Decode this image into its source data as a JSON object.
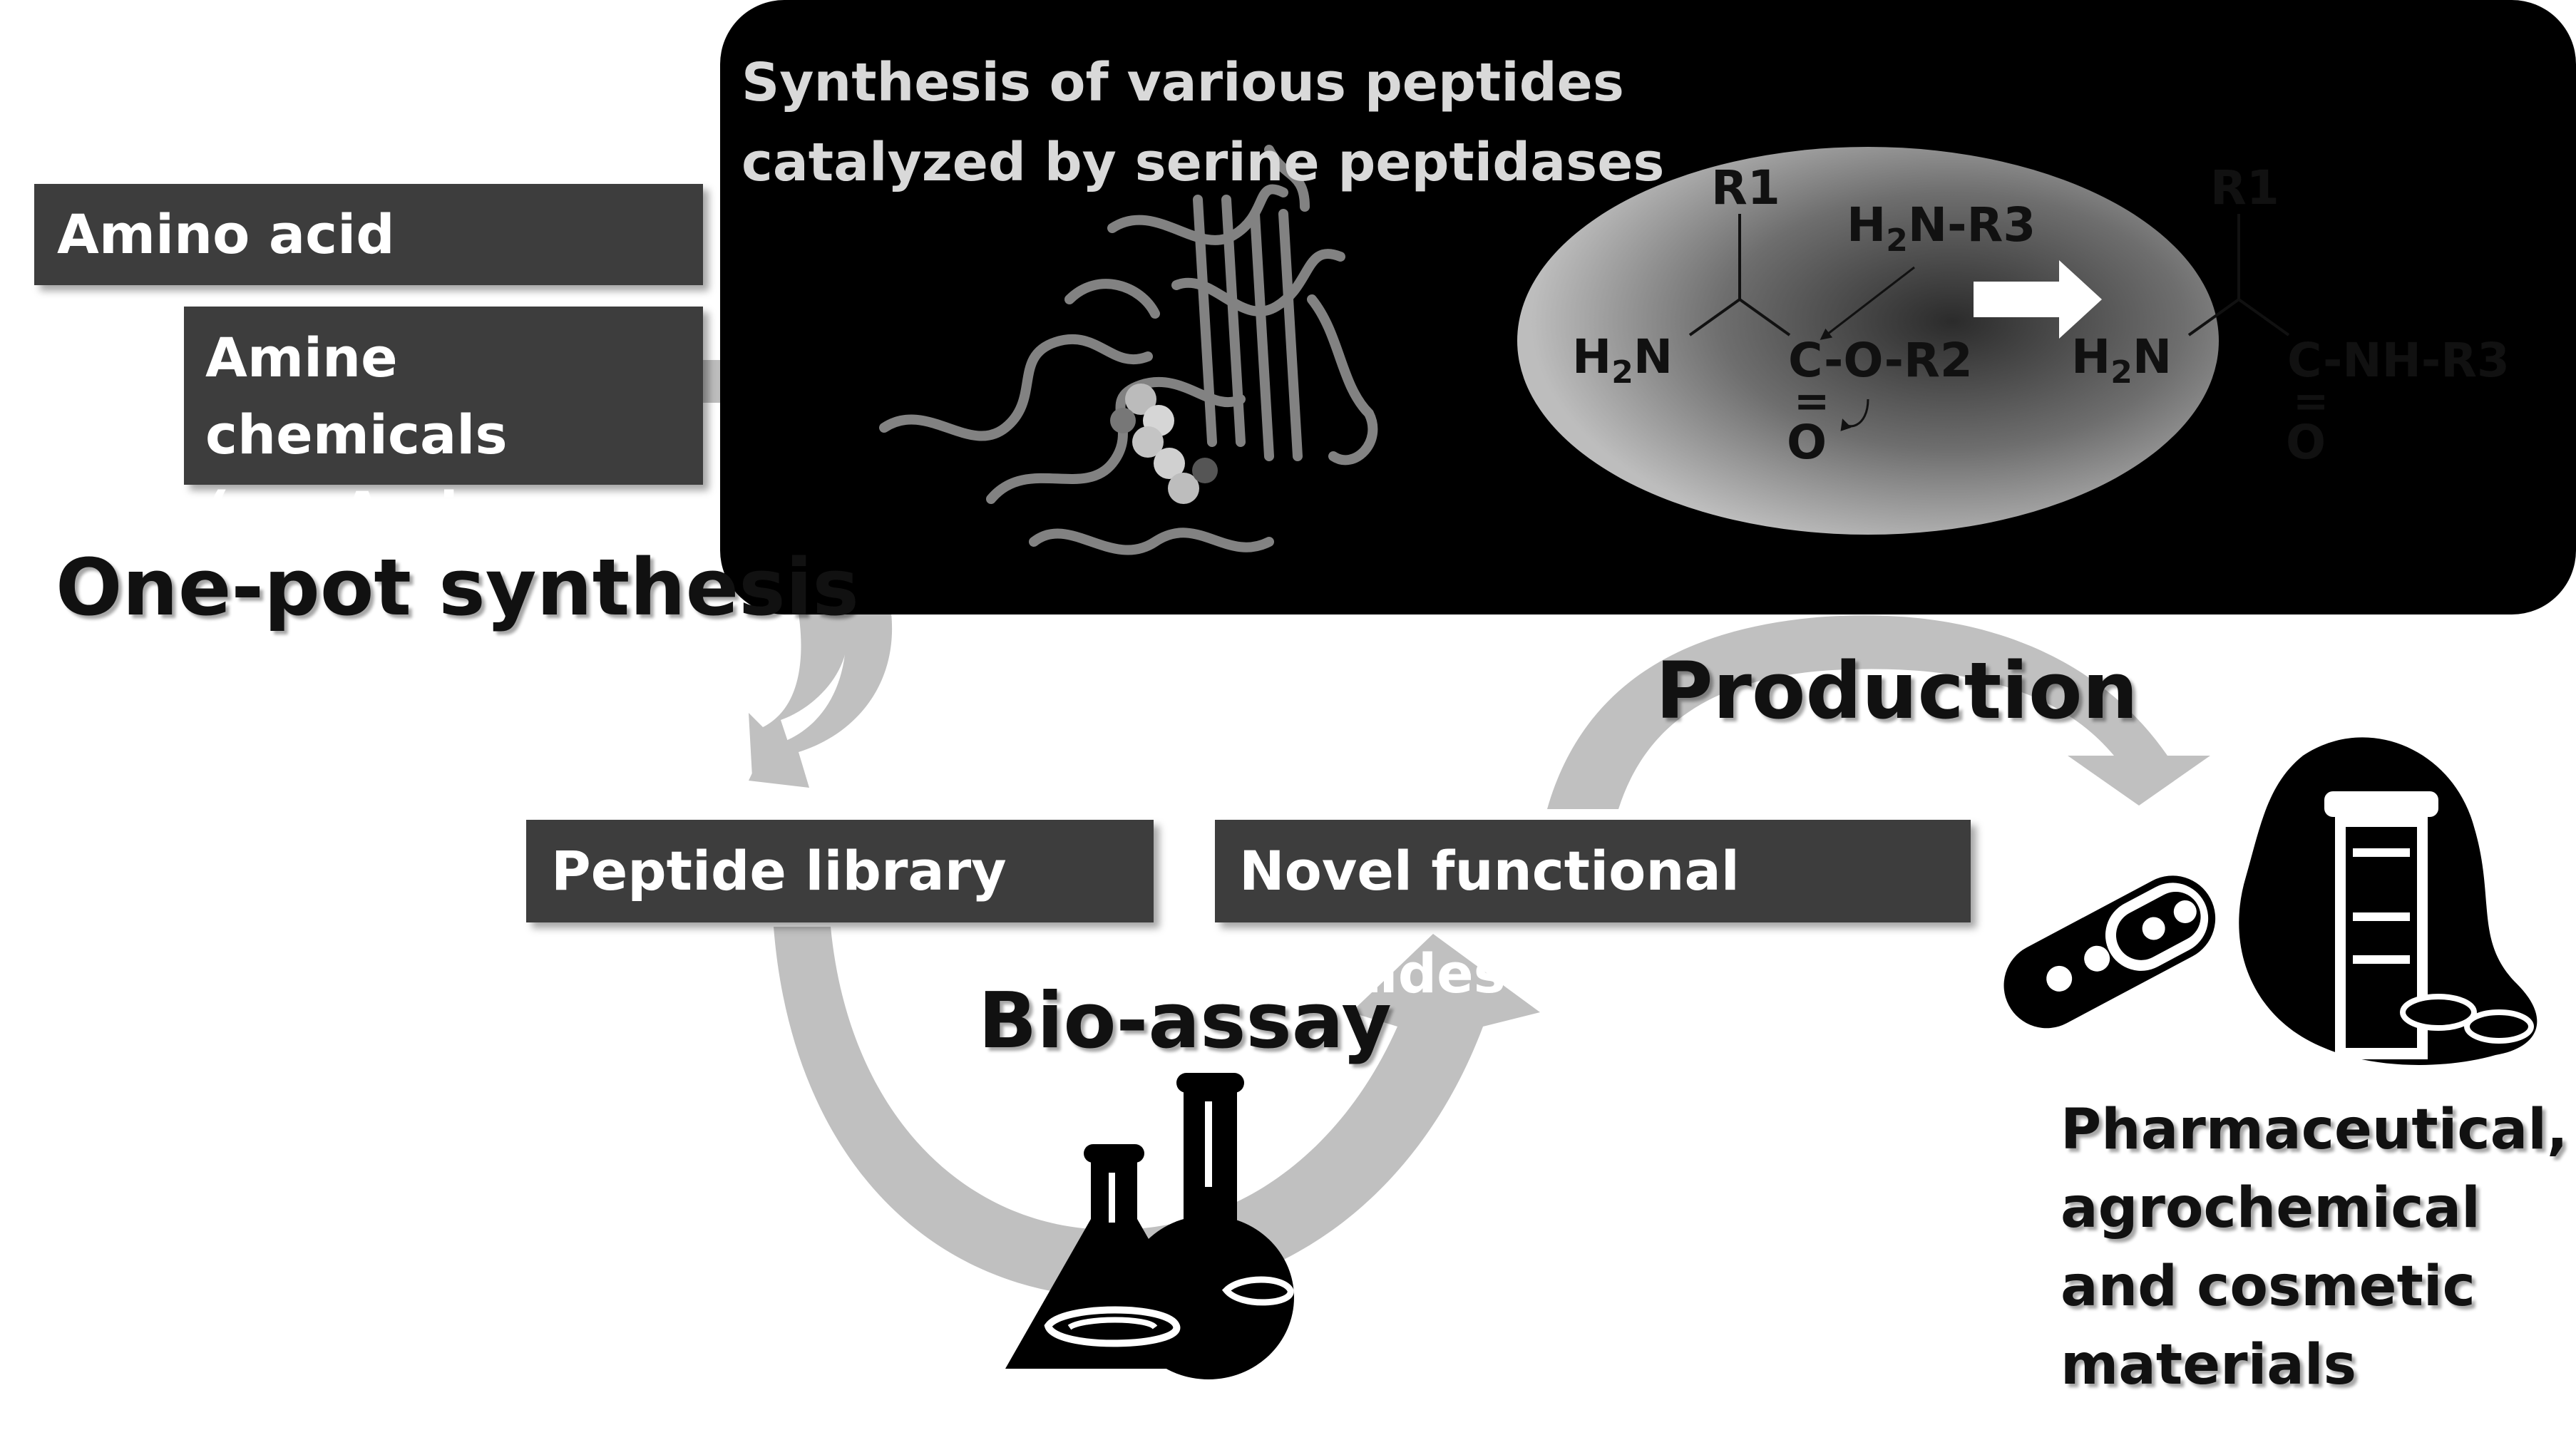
{
  "inputs": {
    "amino_acid_derivatives": "Amino acid derivatives",
    "amine_chemicals_line1": "Amine chemicals",
    "amine_chemicals_line2": "(ex. Amino acids)"
  },
  "synthesis_panel": {
    "title_line1": "Synthesis of various peptides",
    "title_line2": "catalyzed by serine peptidases"
  },
  "reaction": {
    "left": {
      "r1": "R1",
      "h2n_h": "H",
      "h2n_sub": "2",
      "h2n_n": "N",
      "carbonyl": "C-O-R2",
      "eq": "=",
      "oxygen": "O"
    },
    "nucleophile": {
      "h": "H",
      "sub": "2",
      "rest": "N-R3"
    },
    "right": {
      "r1": "R1",
      "h2n_h": "H",
      "h2n_sub": "2",
      "h2n_n": "N",
      "carbonyl": "C-NH-R3",
      "eq": "=",
      "oxygen": "O"
    }
  },
  "steps": {
    "one_pot": "One-pot synthesis",
    "peptide_library": "Peptide library",
    "novel_peptides": "Novel functional peptides",
    "bio_assay": "Bio-assay",
    "production": "Production"
  },
  "applications": {
    "line1": "Pharmaceutical,",
    "line2": "agrochemical",
    "line3": "and cosmetic",
    "line4": "materials"
  },
  "colors": {
    "panel": "#000000",
    "box": "#3d3d3d",
    "arrow": "#c0c0c0",
    "text": "#111111"
  }
}
